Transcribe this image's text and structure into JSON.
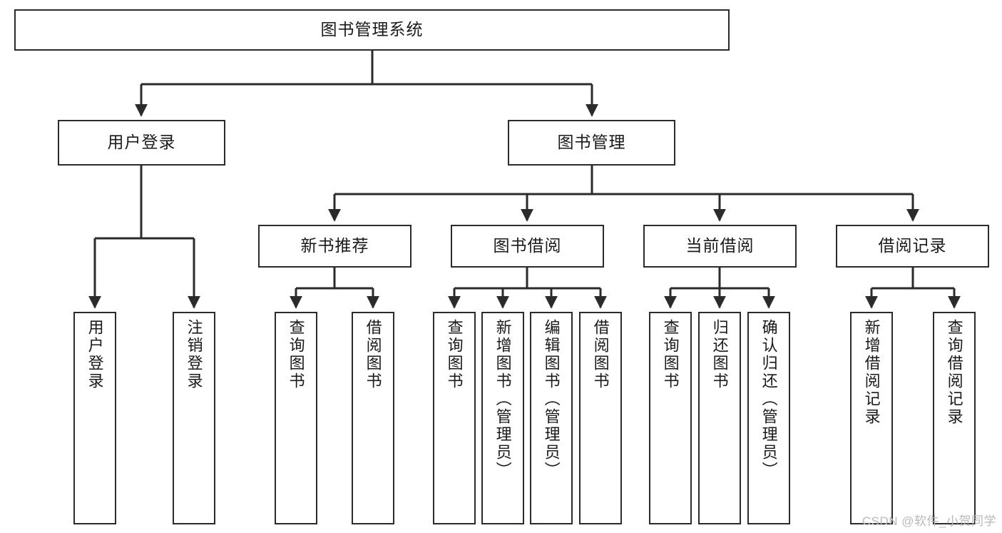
{
  "diagram": {
    "type": "tree-hierarchy",
    "title": "图书管理系统",
    "watermark": "CSDN @软件_小贺同学",
    "colors": {
      "box_border": "#2b2b2b",
      "box_fill": "#ffffff",
      "connector": "#2b2b2b",
      "text": "#1a1a1a",
      "watermark": "#b9b9b9"
    },
    "nodes": {
      "root": {
        "label": "图书管理系统",
        "level": 0
      },
      "user_login": {
        "label": "用户登录",
        "level": 1
      },
      "book_manage": {
        "label": "图书管理",
        "level": 1
      },
      "new_book_rec": {
        "label": "新书推荐",
        "level": 2
      },
      "book_borrow": {
        "label": "图书借阅",
        "level": 2
      },
      "current_borrow": {
        "label": "当前借阅",
        "level": 2
      },
      "borrow_record": {
        "label": "借阅记录",
        "level": 2
      },
      "leaf_user_login": {
        "label": "用户登录",
        "level": 2
      },
      "leaf_logout": {
        "label": "注销登录",
        "level": 2
      },
      "leaf_query_book_1": {
        "label": "查询图书",
        "level": 3
      },
      "leaf_borrow_book_1": {
        "label": "借阅图书",
        "level": 3
      },
      "leaf_query_book_2": {
        "label": "查询图书",
        "level": 3
      },
      "leaf_add_book": {
        "label": "新增图书（管理员）",
        "level": 3
      },
      "leaf_edit_book": {
        "label": "编辑图书（管理员）",
        "level": 3
      },
      "leaf_borrow_book_2": {
        "label": "借阅图书",
        "level": 3
      },
      "leaf_query_book_3": {
        "label": "查询图书",
        "level": 3
      },
      "leaf_return_book": {
        "label": "归还图书",
        "level": 3
      },
      "leaf_confirm_return": {
        "label": "确认归还（管理员）",
        "level": 3
      },
      "leaf_add_record": {
        "label": "新增借阅记录",
        "level": 3
      },
      "leaf_query_record": {
        "label": "查询借阅记录",
        "level": 3
      }
    },
    "edges": [
      {
        "from": "root",
        "to": "user_login"
      },
      {
        "from": "root",
        "to": "book_manage"
      },
      {
        "from": "user_login",
        "to": "leaf_user_login"
      },
      {
        "from": "user_login",
        "to": "leaf_logout"
      },
      {
        "from": "book_manage",
        "to": "new_book_rec"
      },
      {
        "from": "book_manage",
        "to": "book_borrow"
      },
      {
        "from": "book_manage",
        "to": "current_borrow"
      },
      {
        "from": "book_manage",
        "to": "borrow_record"
      },
      {
        "from": "new_book_rec",
        "to": "leaf_query_book_1"
      },
      {
        "from": "new_book_rec",
        "to": "leaf_borrow_book_1"
      },
      {
        "from": "book_borrow",
        "to": "leaf_query_book_2"
      },
      {
        "from": "book_borrow",
        "to": "leaf_add_book"
      },
      {
        "from": "book_borrow",
        "to": "leaf_edit_book"
      },
      {
        "from": "book_borrow",
        "to": "leaf_borrow_book_2"
      },
      {
        "from": "current_borrow",
        "to": "leaf_query_book_3"
      },
      {
        "from": "current_borrow",
        "to": "leaf_return_book"
      },
      {
        "from": "current_borrow",
        "to": "leaf_confirm_return"
      },
      {
        "from": "borrow_record",
        "to": "leaf_add_record"
      },
      {
        "from": "borrow_record",
        "to": "leaf_query_record"
      }
    ]
  }
}
